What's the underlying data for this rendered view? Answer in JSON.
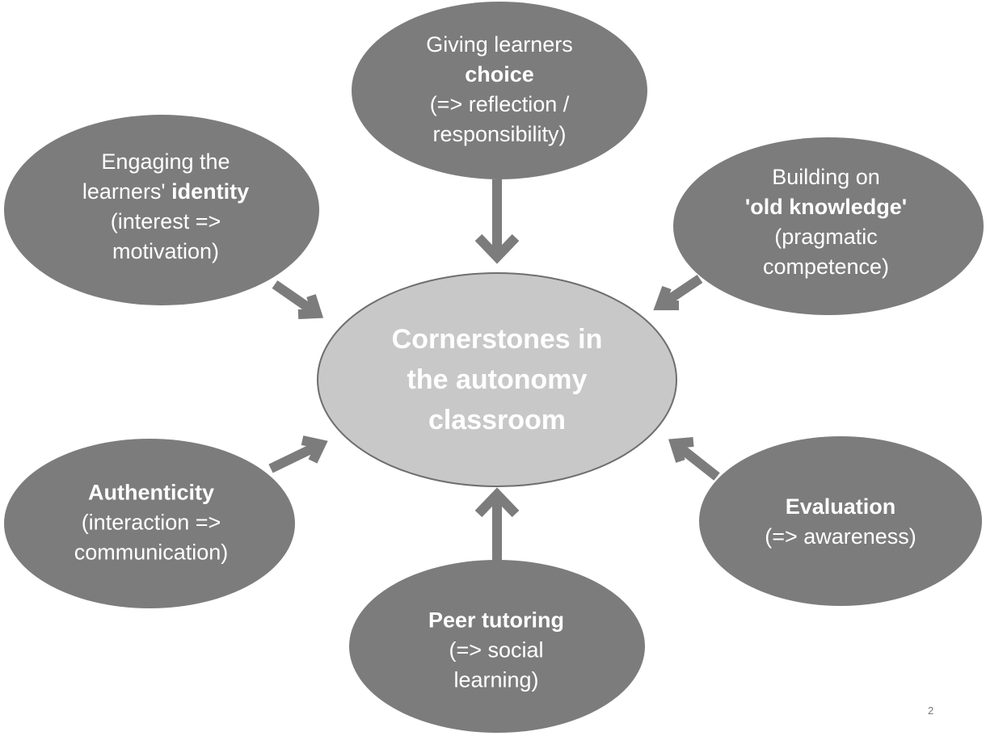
{
  "center": {
    "lines": [
      "Cornerstones in",
      "the autonomy",
      "classroom"
    ]
  },
  "nodes": {
    "choice": {
      "lines": [
        [
          {
            "text": "Giving learners",
            "bold": false
          }
        ],
        [
          {
            "text": "choice",
            "bold": true
          }
        ],
        [
          {
            "text": "(=> reflection /",
            "bold": false
          }
        ],
        [
          {
            "text": "responsibility)",
            "bold": false
          }
        ]
      ]
    },
    "identity": {
      "lines": [
        [
          {
            "text": "Engaging the",
            "bold": false
          }
        ],
        [
          {
            "text": "learners' ",
            "bold": false
          },
          {
            "text": "identity",
            "bold": true
          }
        ],
        [
          {
            "text": "(interest =>",
            "bold": false
          }
        ],
        [
          {
            "text": "motivation)",
            "bold": false
          }
        ]
      ]
    },
    "old_knowledge": {
      "lines": [
        [
          {
            "text": "Building on",
            "bold": false
          }
        ],
        [
          {
            "text": "'old knowledge'",
            "bold": true
          }
        ],
        [
          {
            "text": "(pragmatic",
            "bold": false
          }
        ],
        [
          {
            "text": "competence)",
            "bold": false
          }
        ]
      ]
    },
    "authenticity": {
      "lines": [
        [
          {
            "text": "Authenticity",
            "bold": true
          }
        ],
        [
          {
            "text": "(interaction =>",
            "bold": false
          }
        ],
        [
          {
            "text": "communication)",
            "bold": false
          }
        ]
      ]
    },
    "evaluation": {
      "lines": [
        [
          {
            "text": "Evaluation",
            "bold": true
          }
        ],
        [
          {
            "text": "(=> awareness)",
            "bold": false
          }
        ]
      ]
    },
    "peer_tutoring": {
      "lines": [
        [
          {
            "text": "Peer tutoring",
            "bold": true
          }
        ],
        [
          {
            "text": "(=> social",
            "bold": false
          }
        ],
        [
          {
            "text": "learning)",
            "bold": false
          }
        ]
      ]
    }
  },
  "page_number": "2"
}
